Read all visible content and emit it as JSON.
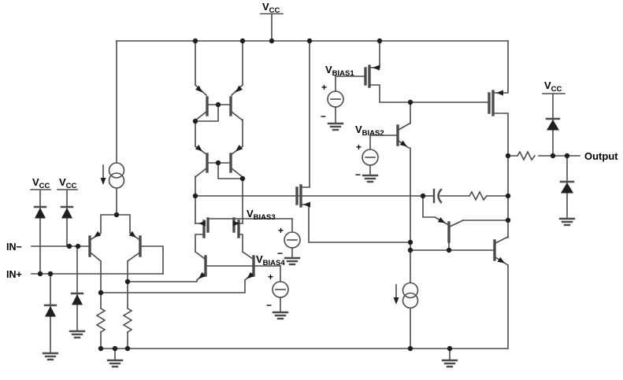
{
  "colors": {
    "background": "#ffffff",
    "wire": "#4b4b4b",
    "symbol_fill": "#1f1f1f",
    "text": "#000000"
  },
  "labels": {
    "vcc": {
      "main": "V",
      "sub": "CC"
    },
    "vbias1": {
      "main": "V",
      "sub": "BIAS1"
    },
    "vbias2": {
      "main": "V",
      "sub": "BIAS2"
    },
    "vbias3": {
      "main": "V",
      "sub": "BIAS3"
    },
    "vbias4": {
      "main": "V",
      "sub": "BIAS4"
    },
    "in_minus": "IN−",
    "in_plus": "IN+",
    "output": "Output",
    "plus": "+",
    "minus": "−"
  }
}
